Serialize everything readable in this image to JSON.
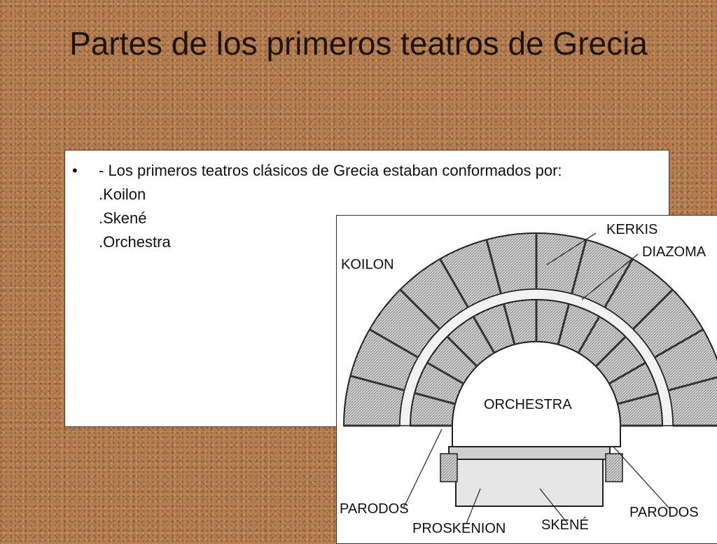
{
  "slide": {
    "title": "Partes de los primeros teatros de Grecia",
    "bullet": "•",
    "intro": "- Los primeros teatros clásicos de Grecia estaban conformados por:",
    "items": [
      ".Koilon",
      ".Skené",
      ".Orchestra"
    ]
  },
  "diagram_labels": {
    "kerkis": "KERKIS",
    "diazoma": "DIAZOMA",
    "koilon": "KOILON",
    "orchestra": "ORCHESTRA",
    "parodos_left": "PARODOS",
    "parodos_right": "PARODOS",
    "proskenion": "PROSKENION",
    "skene": "SKENÉ"
  },
  "colors": {
    "background": "#b07a4e",
    "text": "#1e1510"
  }
}
